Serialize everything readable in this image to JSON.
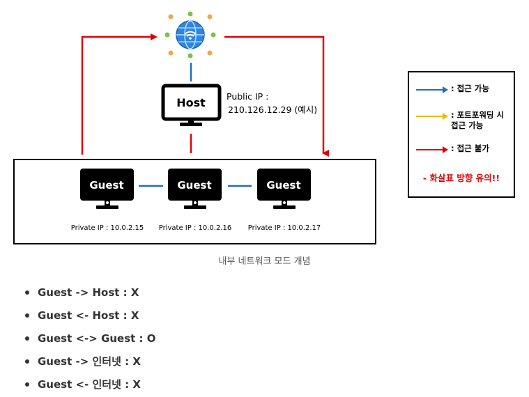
{
  "diagram": {
    "host_label": "Host",
    "public_ip_label": "Public IP :",
    "public_ip_value": "210.126.12.29 (예시)",
    "guests": [
      {
        "label": "Guest",
        "ip": "Private IP : 10.0.2.15"
      },
      {
        "label": "Guest",
        "ip": "Private IP : 10.0.2.16"
      },
      {
        "label": "Guest",
        "ip": "Private IP : 10.0.2.17"
      }
    ],
    "internet_icon": "globe-wifi-icon",
    "monitor_icon": "monitor-icon",
    "colors": {
      "blue": "#1f6fbf",
      "red": "#e00000",
      "yellow": "#f0b800"
    }
  },
  "legend": {
    "accessible": ": 접근 가능",
    "port_forwarding": ": 포트포워딩 시\n접근 가능",
    "not_accessible": ": 접근 불가",
    "note": "- 화살표 방향 유의!!"
  },
  "caption": "내부 네트워크 모드 개념",
  "facts": [
    "Guest -> Host : X",
    "Guest <- Host : X",
    "Guest <-> Guest : O",
    "Guest -> 인터넷 : X",
    "Guest <- 인터넷 : X"
  ]
}
